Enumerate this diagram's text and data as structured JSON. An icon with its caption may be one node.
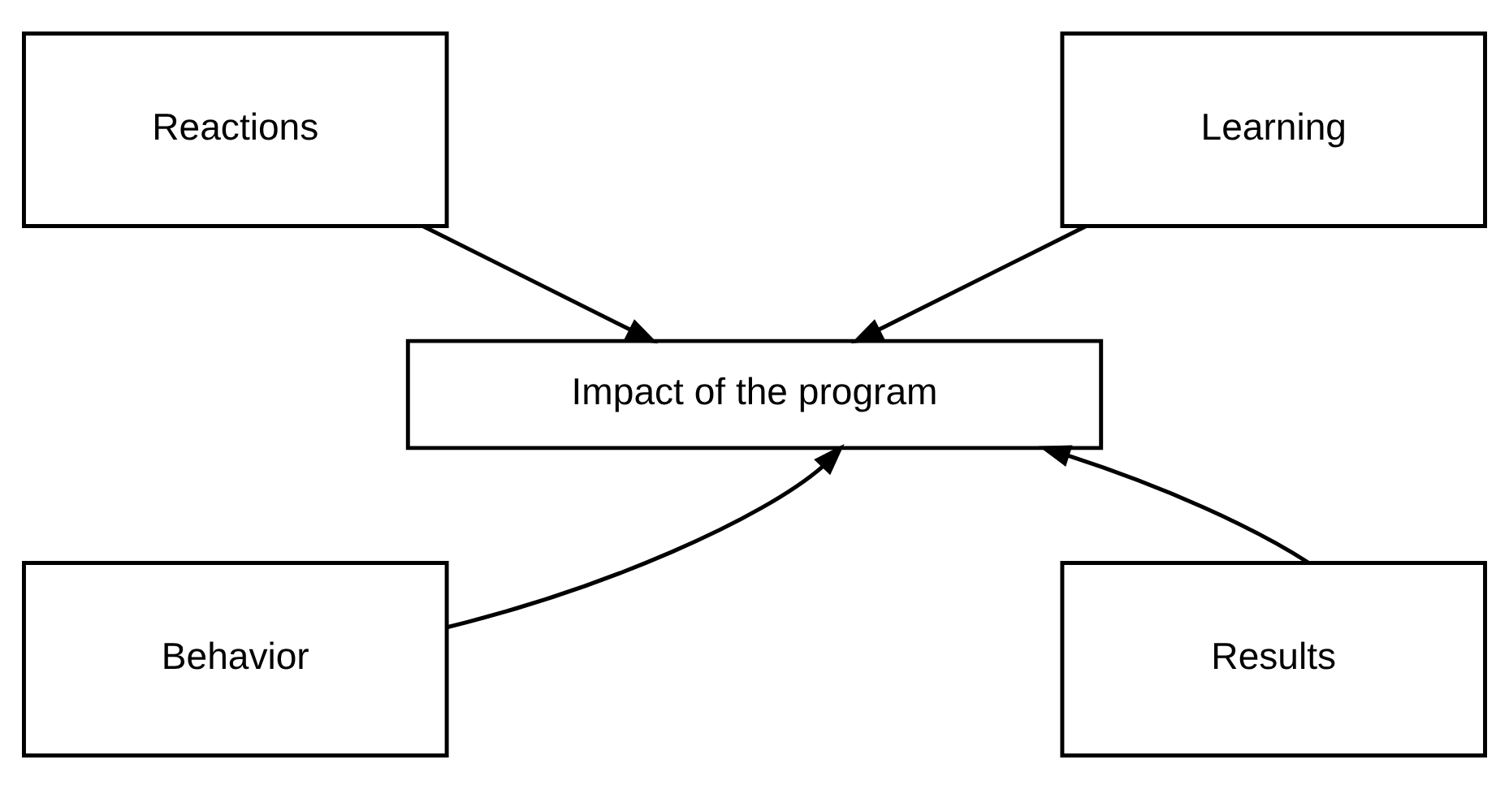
{
  "diagram": {
    "nodes": [
      {
        "text": [
          "Reactions"
        ]
      },
      {
        "text": [
          "Learning"
        ]
      },
      {
        "text": [
          "Impact of the program"
        ]
      },
      {
        "text": [
          "Behavior"
        ]
      },
      {
        "text": [
          "Results"
        ]
      }
    ],
    "edges": [
      {
        "from": 0,
        "to": 2,
        "arrow": "to"
      },
      {
        "from": 1,
        "to": 2,
        "arrow": "to"
      },
      {
        "from": 3,
        "to": 2,
        "arrow": "to"
      },
      {
        "from": 4,
        "to": 2,
        "arrow": "to"
      }
    ]
  }
}
